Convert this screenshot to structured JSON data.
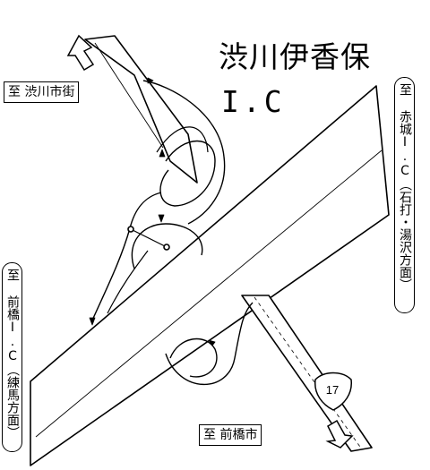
{
  "map": {
    "title": "渋川伊香保",
    "subtitle": "I.C",
    "labels": {
      "to_shibukawa": "至 渋川市街",
      "to_akagi": "至 赤城I.C（石打・湯沢方面）",
      "to_maebashi_ic": "至 前橋I.C（練馬方面）",
      "to_maebashi_city": "至 前橋市"
    },
    "route_number": "17",
    "colors": {
      "line": "#000000",
      "background": "#ffffff"
    }
  }
}
